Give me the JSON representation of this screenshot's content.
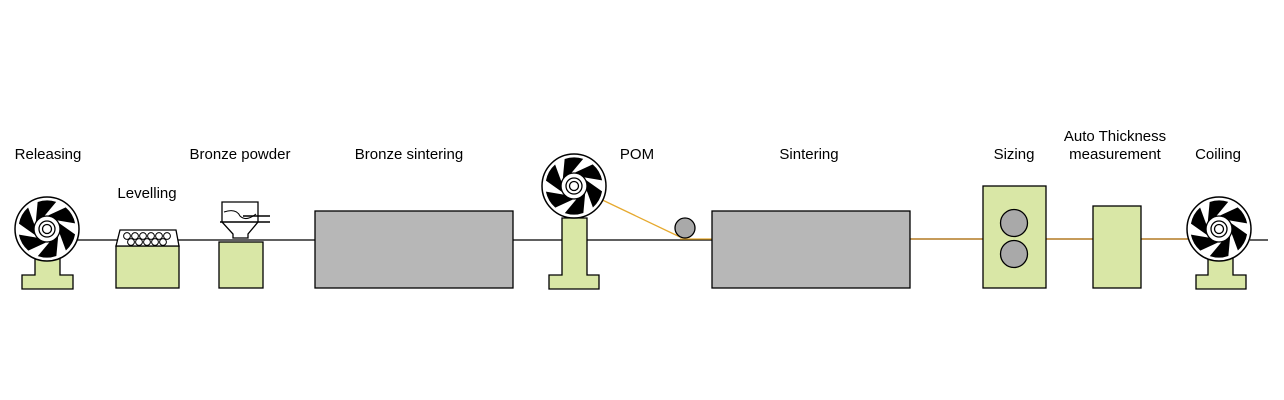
{
  "stations": {
    "releasing": "Releasing",
    "levelling": "Levelling",
    "bronze_powder": "Bronze powder",
    "bronze_sintering": "Bronze sintering",
    "pom": "POM",
    "sintering": "Sintering",
    "sizing": "Sizing",
    "thickness_line1": "Auto Thickness",
    "thickness_line2": "measurement",
    "coiling": "Coiling"
  },
  "colors": {
    "machine_base": "#d9e7a6",
    "furnace": "#b7b7b7",
    "roller": "#a9a9a9",
    "pom_strip": "#e6a92e",
    "steel_strip": "#000000"
  }
}
